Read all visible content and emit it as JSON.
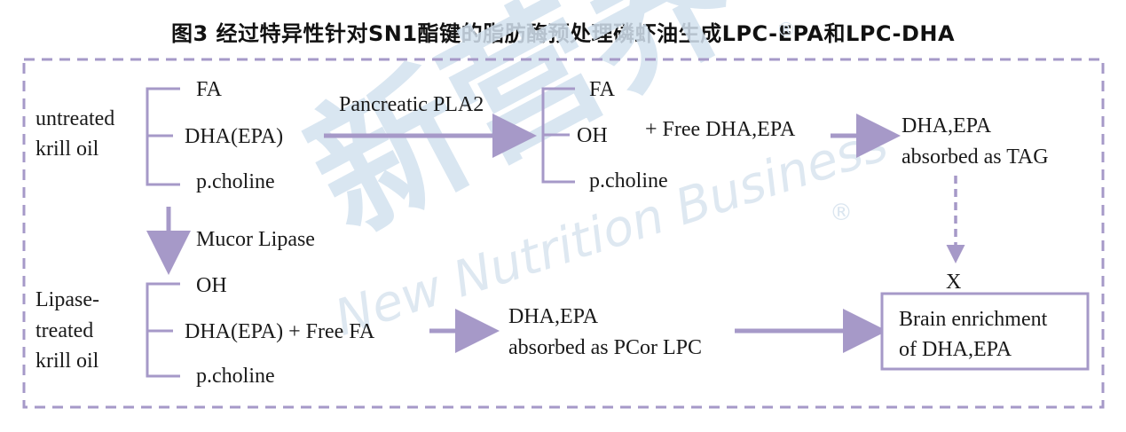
{
  "title": "图3 经过特异性针对SN1酯键的脂肪酶预处理磷虾油生成LPC-EPA和LPC-DHA",
  "watermark": {
    "chinese": "新营养",
    "english": "New Nutrition Business",
    "registered": "®"
  },
  "colors": {
    "bracket": "#a699c8",
    "arrow": "#a699c8",
    "border": "#a699c8",
    "watermark": "#d3e2ef"
  },
  "nodes": {
    "untreated_label_1": "untreated",
    "untreated_label_2": "krill oil",
    "top_fa": "FA",
    "top_dha_epa": "DHA(EPA)",
    "top_pcholine": "p.choline",
    "pla2_label": "Pancreatic PLA2",
    "mid_fa": "FA",
    "mid_oh": "OH",
    "mid_pcholine": "p.choline",
    "free_dha_epa": "+ Free DHA,EPA",
    "tag_line1": "DHA,EPA",
    "tag_line2": "absorbed as TAG",
    "x_mark": "X",
    "mucor_label": "Mucor Lipase",
    "lipase_label_1": "Lipase-",
    "lipase_label_2": "treated",
    "lipase_label_3": "krill oil",
    "bot_oh": "OH",
    "bot_dha_epa": "DHA(EPA) + Free FA",
    "bot_pcholine": "p.choline",
    "pc_line1": "DHA,EPA",
    "pc_line2": "absorbed as PCor LPC",
    "brain_line1": "Brain enrichment",
    "brain_line2": "of DHA,EPA"
  }
}
